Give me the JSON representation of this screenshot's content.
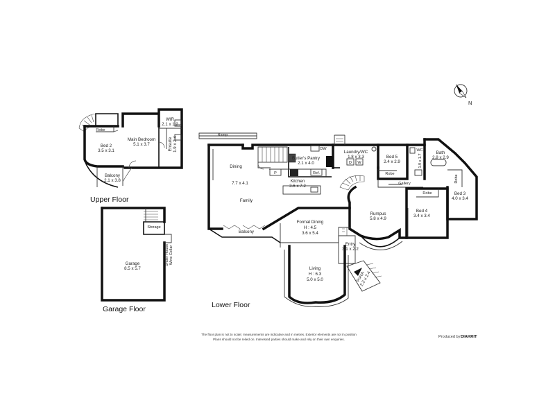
{
  "floor_labels": {
    "upper": "Upper Floor",
    "garage": "Garage Floor",
    "lower": "Lower Floor"
  },
  "compass": {
    "north_label": "N"
  },
  "rooms": {
    "upper": {
      "robe": "Robe",
      "bed2": {
        "name": "Bed 2",
        "dim": "3.5 x 3.1"
      },
      "main_bedroom": {
        "name": "Main Bedroom",
        "dim": "5.1 x 3.7"
      },
      "wir": {
        "name": "WIR",
        "dim": "2.1 x 1.2"
      },
      "ensuite": {
        "name": "Ensuite",
        "dim": "1.9 x 2.4"
      },
      "shower": "Shwr",
      "balcony": {
        "name": "Balcony",
        "dim": "2.1 x 3.8"
      }
    },
    "garage": {
      "storage": "Storage",
      "garage": {
        "name": "Garage",
        "dim": "8.5 x 5.7"
      },
      "wine_cellar_line1": "Under House",
      "wine_cellar_line2": "Wine Cellar"
    },
    "lower": {
      "ramp": "Ramp",
      "dining": "Dining",
      "family_dim": "7.7 x 4.1",
      "family": "Family",
      "butlers_pantry": {
        "name": "Butler's Pantry",
        "dim": "2.1 x 4.0"
      },
      "dw": "DW",
      "pantry_p": "P",
      "ref": "Ref.",
      "kitchen": {
        "name": "Kitchen",
        "dim": "3.6 x 7.2"
      },
      "laundry": {
        "name": "Laundry/WC",
        "dim": "1.8 x 3.3"
      },
      "laundry_d": "D",
      "laundry_w": "W",
      "bed5": {
        "name": "Bed 5",
        "dim": "2.4 x 2.9"
      },
      "robe_bed5": "Robe",
      "wc": "WC",
      "wc_dim": "1.9 x 1.7",
      "bath": {
        "name": "Bath",
        "dim": "2.8 x 2.9"
      },
      "robe_bed3": "Robe",
      "bed3": {
        "name": "Bed 3",
        "dim": "4.0 x 3.4"
      },
      "gallery": "Gallery",
      "robe_bed4": "Robe",
      "bed4": {
        "name": "Bed 4",
        "dim": "3.4 x 3.4"
      },
      "rumpus": {
        "name": "Rumpus",
        "dim": "5.8 x 4.9"
      },
      "formal_dining": {
        "name": "Formal Dining",
        "height": "H : 4.5",
        "dim": "3.6 x 5.4"
      },
      "balcony": "Balcony",
      "entry": {
        "name": "Entry",
        "dim": "3.1 x 2.2"
      },
      "living": {
        "name": "Living",
        "height": "H : 6.3",
        "dim": "5.0 x 5.0"
      },
      "porch": {
        "name": "Porch",
        "dim": "2.2 x 2.4"
      }
    }
  },
  "disclaimer": {
    "line1": "The floor plan is not to scale; measurements are indicative and in metres. Exterior elements are not in position",
    "line2": "Plans should not be relied on. Interested parties should make and rely on their own enquiries."
  },
  "credit": {
    "prefix": "Produced by",
    "brand": "DIAKRIT"
  }
}
